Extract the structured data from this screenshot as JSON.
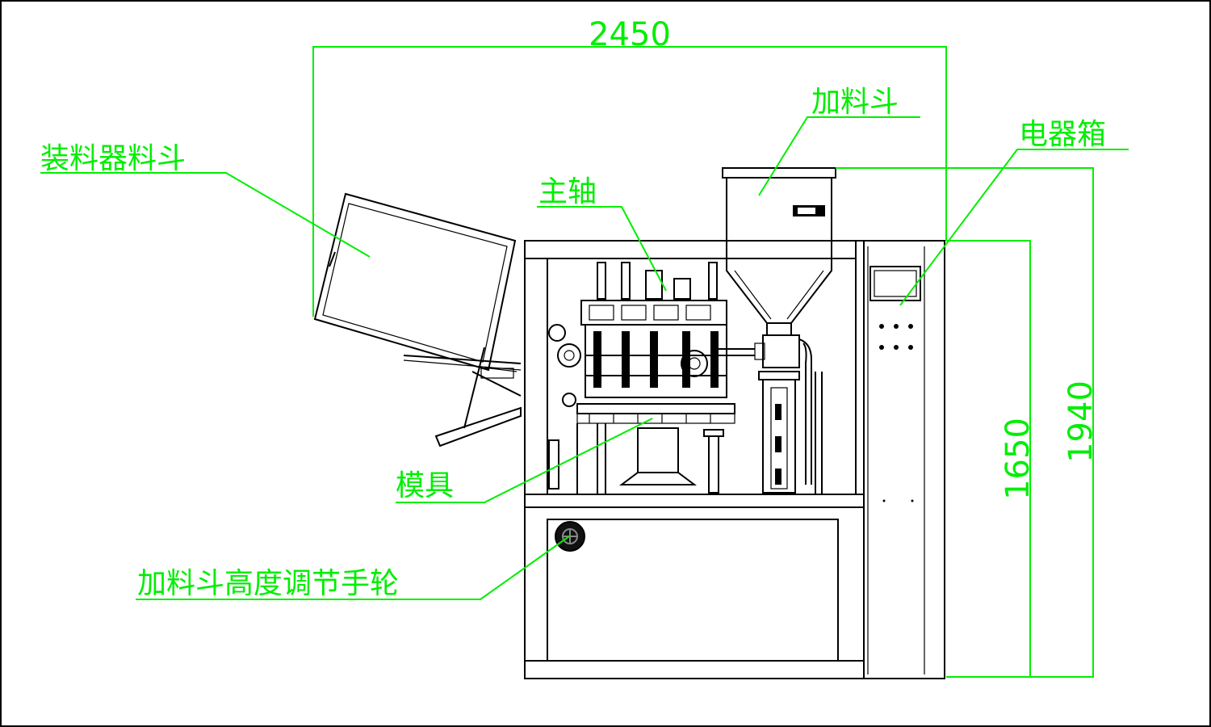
{
  "dimensions": {
    "overall_width": "2450",
    "body_height": "1650",
    "total_height": "1940"
  },
  "labels": {
    "loader_hopper": "装料器料斗",
    "feed_hopper": "加料斗",
    "electrical_box": "电器箱",
    "main_shaft": "主轴",
    "mold": "模具",
    "hopper_height_handwheel": "加料斗高度调节手轮"
  },
  "colors": {
    "annotation": "#00ee00",
    "machine": "#000000",
    "background": "#ffffff"
  }
}
